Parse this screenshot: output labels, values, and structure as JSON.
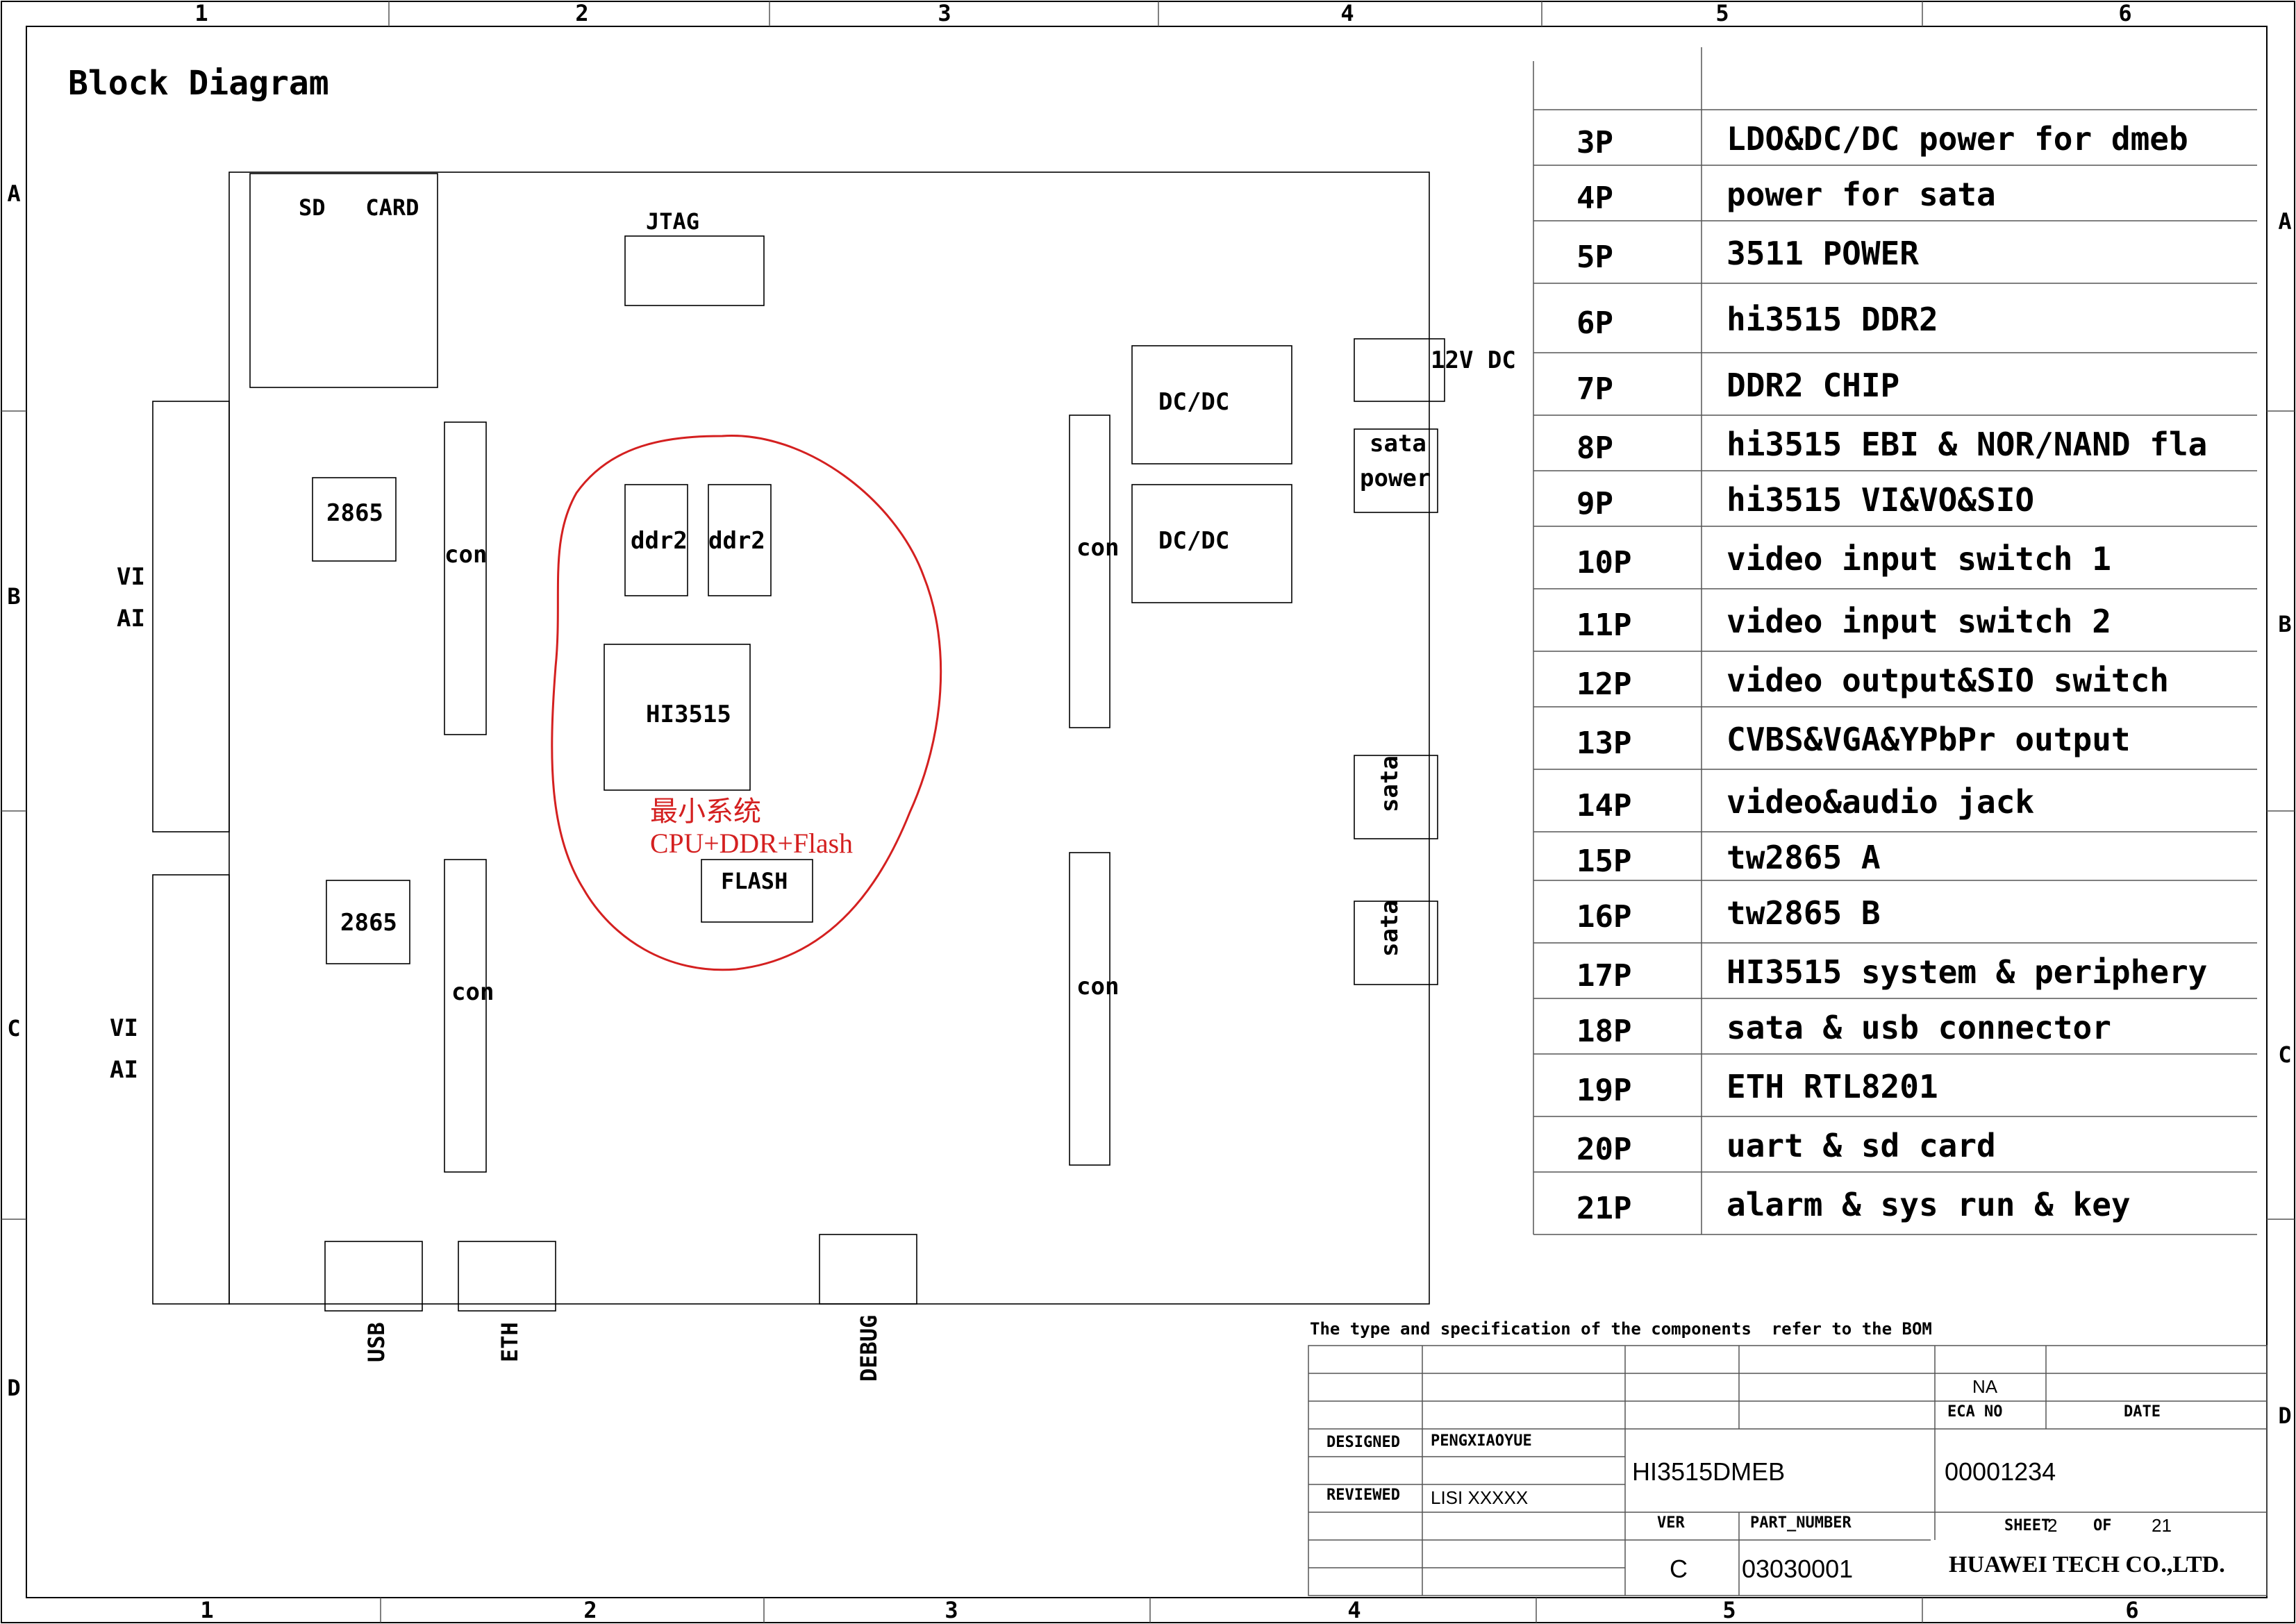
{
  "sheet": {
    "title": "Block Diagram",
    "zone_columns": [
      "1",
      "2",
      "3",
      "4",
      "5",
      "6"
    ],
    "zone_rows": [
      "A",
      "B",
      "C",
      "D"
    ]
  },
  "blocks": {
    "sd_card": "SD   CARD",
    "jtag": "JTAG",
    "vi_ai_top": [
      "VI",
      "AI"
    ],
    "vi_ai_bottom": [
      "VI",
      "AI"
    ],
    "chip_2865_top": "2865",
    "chip_2865_bottom": "2865",
    "con_left_top": "con",
    "con_left_bottom": "con",
    "ddr2_a": "ddr2",
    "ddr2_b": "ddr2",
    "hi3515": "HI3515",
    "flash": "FLASH",
    "con_right_top": "con",
    "con_right_bottom": "con",
    "dcdc_a": "DC/DC",
    "dcdc_b": "DC/DC",
    "dc_12v": "12V DC",
    "sata_power": [
      "sata",
      "power"
    ],
    "sata_a": "sata",
    "sata_b": "sata",
    "usb": "USB",
    "eth": "ETH",
    "debug": "DEBUG",
    "annotation_line1": "最小系统",
    "annotation_line2": "CPU+DDR+Flash",
    "annotation_color": "#d42020"
  },
  "page_index": [
    {
      "page": "3P",
      "title": "LDO&DC/DC power for dmeb"
    },
    {
      "page": "4P",
      "title": "power for sata"
    },
    {
      "page": "5P",
      "title": "3511 POWER"
    },
    {
      "page": "6P",
      "title": "hi3515 DDR2"
    },
    {
      "page": "7P",
      "title": "DDR2 CHIP"
    },
    {
      "page": "8P",
      "title": "hi3515 EBI & NOR/NAND fla"
    },
    {
      "page": "9P",
      "title": "hi3515 VI&VO&SIO"
    },
    {
      "page": "10P",
      "title": "video input switch 1"
    },
    {
      "page": "11P",
      "title": "video input switch 2"
    },
    {
      "page": "12P",
      "title": "video output&SIO switch"
    },
    {
      "page": "13P",
      "title": "CVBS&VGA&YPbPr output"
    },
    {
      "page": "14P",
      "title": "video&audio jack"
    },
    {
      "page": "15P",
      "title": "tw2865 A"
    },
    {
      "page": "16P",
      "title": "tw2865 B"
    },
    {
      "page": "17P",
      "title": "HI3515 system & periphery"
    },
    {
      "page": "18P",
      "title": "sata & usb connector"
    },
    {
      "page": "19P",
      "title": "ETH RTL8201"
    },
    {
      "page": "20P",
      "title": "uart & sd card"
    },
    {
      "page": "21P",
      "title": "alarm & sys run & key"
    }
  ],
  "title_block": {
    "bom_note": "The type and specification of the components  refer to the BOM",
    "na": "NA",
    "eca_label": "ECA NO",
    "date_label": "DATE",
    "designed_label": "DESIGNED",
    "designed_value": "PENGXIAOYUE",
    "reviewed_label": "REVIEWED",
    "reviewed_value": "LISI XXXXX",
    "board_name": "HI3515DMEB",
    "doc_number": "00001234",
    "ver_label": "VER",
    "part_number_label": "PART_NUMBER",
    "sheet_label": "SHEET",
    "sheet_value": "2",
    "of_label": "OF",
    "of_value": "21",
    "ver_value": "C",
    "part_number_value": "03030001",
    "company": "HUAWEI TECH CO.,LTD."
  }
}
